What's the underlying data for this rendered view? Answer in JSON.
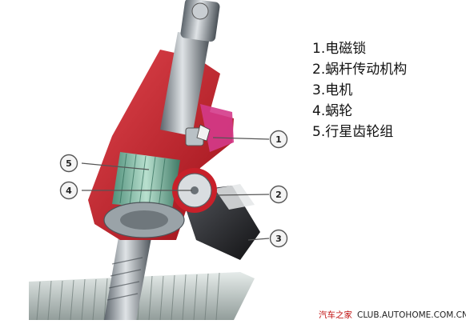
{
  "legend": {
    "items": [
      "1.电磁锁",
      "2.蜗杆传动机构",
      "3.电机",
      "4.蜗轮",
      "5.行星齿轮组"
    ]
  },
  "callouts": [
    "1",
    "2",
    "3",
    "4",
    "5"
  ],
  "watermark": {
    "brand": "汽车之家",
    "site": "CLUB.AUTOHOME.COM.CN"
  },
  "colors": {
    "housing_red": "#c8202a",
    "metal_gray": "#8e969e",
    "gear_green": "#7fb7a3",
    "motor_dark": "#2a2a2e",
    "rack_gray": "#a7b3b0"
  }
}
